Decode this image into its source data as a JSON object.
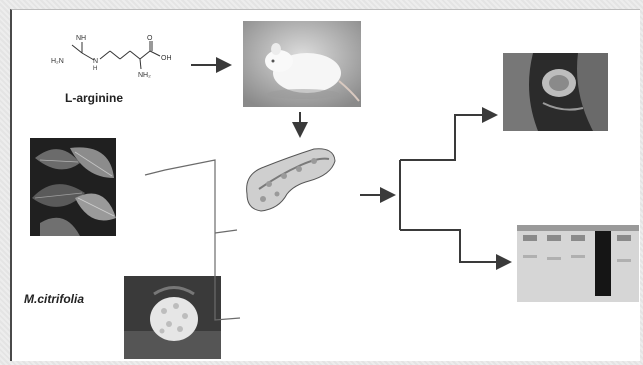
{
  "molecule": {
    "name": "L-arginine",
    "atoms": [
      "NH",
      "H₂N",
      "H",
      "N",
      "O",
      "OH",
      "NH₂"
    ]
  },
  "plant": {
    "species": "M.citrifolia"
  },
  "panels": {
    "rat_photo": "rat",
    "leaves_photo": "noni leaves",
    "fruit_photo": "noni fruit",
    "pancreas_image": "pancreas",
    "histology_photo": "pancreas histology",
    "gel_photo": "gel electrophoresis"
  },
  "colors": {
    "arrow": "#3a3a3a",
    "panel_border": "#4a4a4a",
    "page_bg": "#e9e9e9"
  }
}
